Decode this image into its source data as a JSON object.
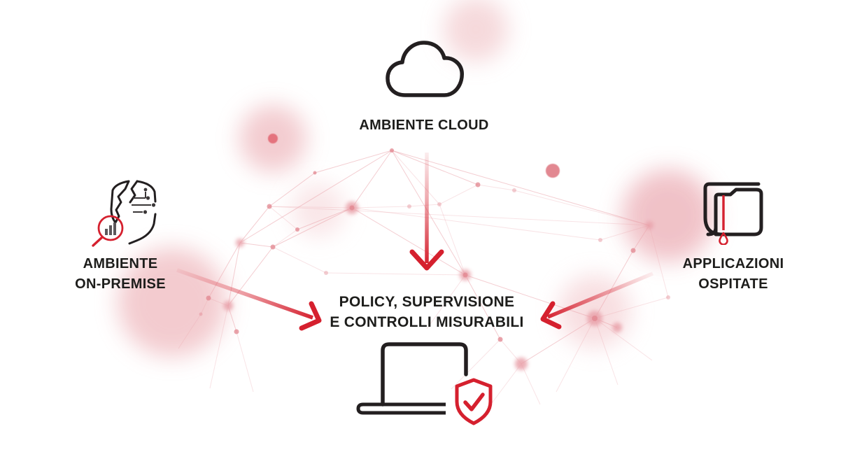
{
  "labels": {
    "cloud": "AMBIENTE CLOUD",
    "on_premise": "AMBIENTE\nON-PREMISE",
    "hosted_apps": "APPLICAZIONI\nOSPITATE",
    "center": "POLICY, SUPERVISIONE\nE CONTROLLI MISURABILI"
  },
  "icons": {
    "cloud": "cloud-outline-icon",
    "on_premise": "chip-analysis-magnifier-icon",
    "hosted_apps": "folder-ribbon-icon",
    "center": "laptop-shield-check-icon"
  },
  "connectors": [
    {
      "from": "cloud",
      "to": "center",
      "style": "red-gradient-arrow"
    },
    {
      "from": "on_premise",
      "to": "center",
      "style": "red-gradient-arrow"
    },
    {
      "from": "hosted_apps",
      "to": "center",
      "style": "red-gradient-arrow"
    }
  ],
  "colors": {
    "accent": "#d5202e",
    "ink": "#231f20",
    "text": "#1d1d1b",
    "mesh-line": "#eba6ad",
    "mesh-node": "#e2858f",
    "background": "#ffffff"
  }
}
